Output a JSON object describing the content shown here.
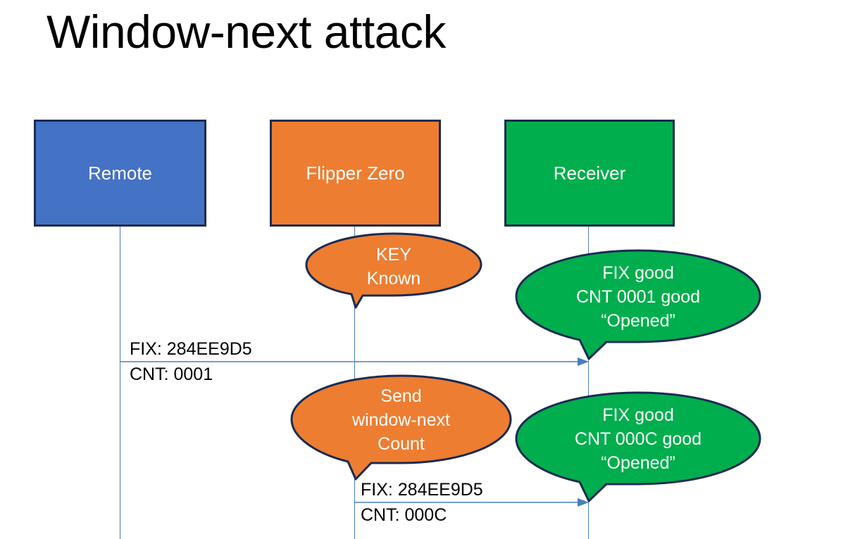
{
  "slide": {
    "title": "Window-next attack",
    "background": "#ffffff"
  },
  "colors": {
    "remote_blue": "#4472C4",
    "flipper_orange": "#ED7D31",
    "receiver_green": "#00AE4D",
    "outline_navy": "#1B2B52",
    "arrow_blue": "#4A7EBB",
    "text_on_shape": "#FFFFFF",
    "label_text": "#000000"
  },
  "actors": [
    {
      "id": "remote",
      "label": "Remote",
      "color": "#4472C4"
    },
    {
      "id": "flipper",
      "label": "Flipper Zero",
      "color": "#ED7D31"
    },
    {
      "id": "receiver",
      "label": "Receiver",
      "color": "#00AE4D"
    }
  ],
  "callouts": [
    {
      "id": "key-known",
      "owner": "flipper",
      "color": "#ED7D31",
      "lines": [
        "KEY",
        "Known"
      ]
    },
    {
      "id": "fix-cnt-0001",
      "owner": "receiver",
      "color": "#00AE4D",
      "lines": [
        "FIX good",
        "CNT 0001 good",
        "“Opened”"
      ]
    },
    {
      "id": "send-window-next",
      "owner": "flipper",
      "color": "#ED7D31",
      "lines": [
        "Send",
        "window-next",
        "Count"
      ]
    },
    {
      "id": "fix-cnt-000c",
      "owner": "receiver",
      "color": "#00AE4D",
      "lines": [
        "FIX good",
        "CNT 000C good",
        "“Opened”"
      ]
    }
  ],
  "messages": [
    {
      "id": "message-1",
      "from": "remote",
      "to": "receiver",
      "label_above": "FIX: 284EE9D5",
      "label_below": "CNT: 0001"
    },
    {
      "id": "message-2",
      "from": "flipper",
      "to": "receiver",
      "label_above": "FIX: 284EE9D5",
      "label_below": "CNT: 000C"
    }
  ]
}
